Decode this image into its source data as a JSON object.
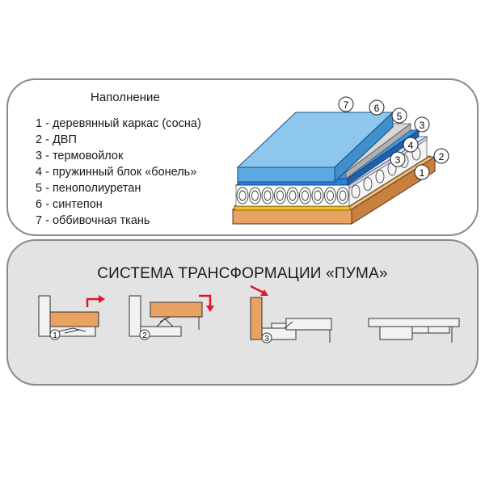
{
  "filling": {
    "title": "Наполнение",
    "items": [
      "1 - деревянный каркас (сосна)",
      "2 - ДВП",
      "3 - термовойлок",
      "4 - пружинный блок «бонель»",
      "5 - пенополиуретан",
      "6 - синтепон",
      "7 - оббивочная ткань"
    ],
    "markers": [
      "7",
      "6",
      "5",
      "3",
      "4",
      "3",
      "2",
      "1"
    ]
  },
  "transform": {
    "title": "СИСТЕМА ТРАНСФОРМАЦИИ «ПУМА»",
    "steps": [
      "1",
      "2",
      "3"
    ]
  },
  "colors": {
    "wood": "#e8a261",
    "fiberboard": "#f2c21b",
    "felt": "#c9d6ea",
    "foam": "#2a7fd6",
    "padding": "#c8c8c8",
    "fabric": "#8ec7ee",
    "arrow": "#e0162b",
    "panel_border": "#8a8a8a",
    "panel_bg": "#e3e3e3"
  }
}
